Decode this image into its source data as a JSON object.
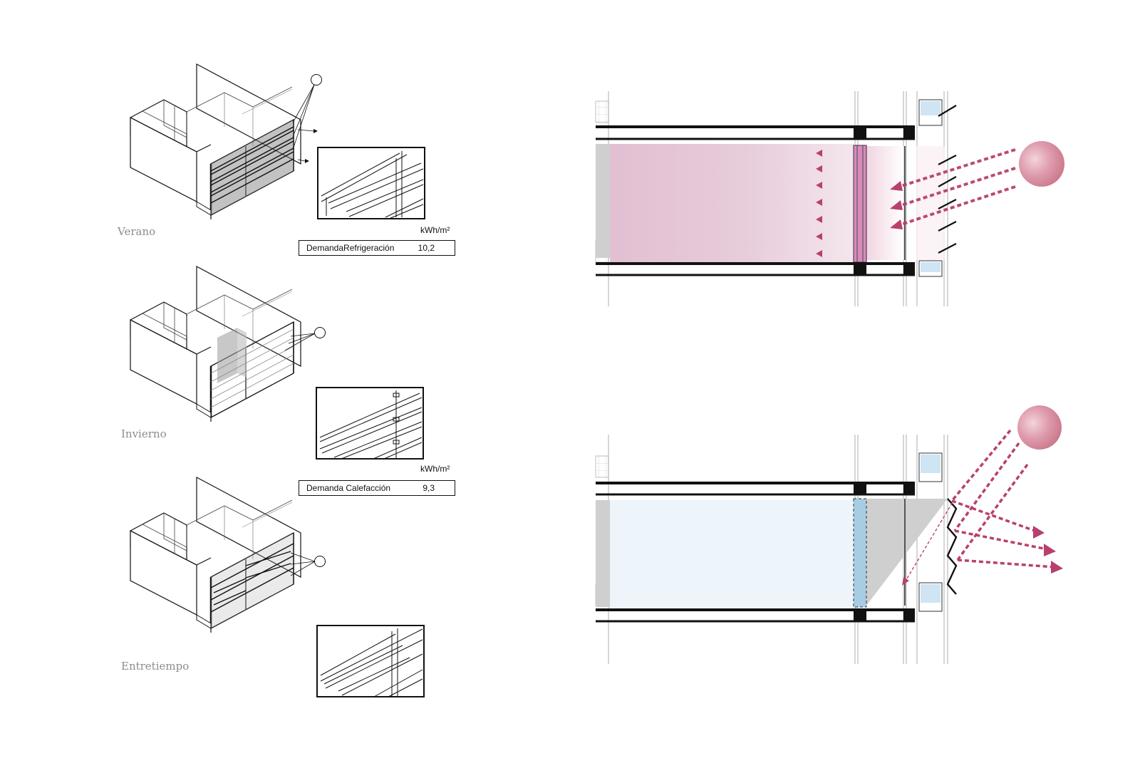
{
  "seasons": {
    "summer": {
      "label": "Verano",
      "unit": "kWh/m²",
      "demand_label": "DemandaRefrigeración",
      "demand_value": "10,2"
    },
    "winter": {
      "label": "Invierno",
      "unit": "kWh/m²",
      "demand_label": "Demanda Calefacción",
      "demand_value": "9,3"
    },
    "midseason": {
      "label": "Entretiempo"
    }
  },
  "colors": {
    "summer_room": "#e2bfd2",
    "summer_ray": "#b8406f",
    "sun": "#d98fa0",
    "winter_room": "#eef5fa",
    "winter_glass": "#a7cde4",
    "shadow": "#cfcfcf",
    "line": "#111111"
  }
}
